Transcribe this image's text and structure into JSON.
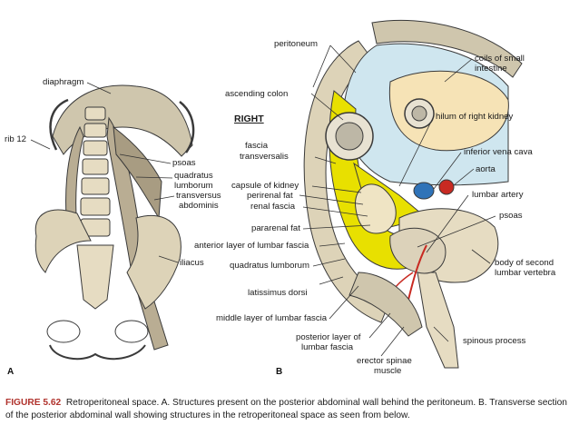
{
  "labels_a": {
    "diaphragm": "diaphragm",
    "rib12": "rib 12",
    "psoas": "psoas",
    "quadratus": "quadratus",
    "lumborum": "lumborum",
    "transversus": "transversus",
    "abdominis": "abdominis",
    "iliacus": "iliacus",
    "panel": "A"
  },
  "labels_b": {
    "peritoneum": "peritoneum",
    "coils1": "coils of small",
    "coils2": "intestine",
    "ascending_colon": "ascending colon",
    "right": "RIGHT",
    "hilum": "hilum of right kidney",
    "fascia1": "fascia",
    "fascia2": "transversalis",
    "ivc": "inferior vena cava",
    "aorta": "aorta",
    "capsule": "capsule of kidney",
    "perirenal": "perirenal fat",
    "renal_fascia": "renal fascia",
    "lumbar_artery": "lumbar artery",
    "psoas": "psoas",
    "pararenal": "pararenal fat",
    "anterior_layer": "anterior layer of lumbar fascia",
    "body1": "body of second",
    "body2": "lumbar vertebra",
    "quadratus": "quadratus lumborum",
    "latissimus": "latissimus dorsi",
    "middle_layer": "middle layer of lumbar fascia",
    "posterior1": "posterior layer of",
    "posterior2": "lumbar fascia",
    "spinous": "spinous process",
    "erector1": "erector spinae",
    "erector2": "muscle",
    "panel": "B"
  },
  "caption": {
    "figure": "FIGURE 5.62",
    "text": "Retroperitoneal space. A. Structures present on the posterior abdominal wall behind the peritoneum. B. Transverse section of the posterior abdominal wall showing structures in the retroperitoneal space as seen from below."
  },
  "colors": {
    "bone": "#ddd3b8",
    "fat": "#e8e000",
    "kidney": "#efe4c4",
    "intestine": "#f6e3b6",
    "peritoneal_space": "#cfe6ef",
    "ivc": "#2f73b8",
    "aorta_artery": "#c82a22",
    "caption_accent": "#b0322c"
  }
}
